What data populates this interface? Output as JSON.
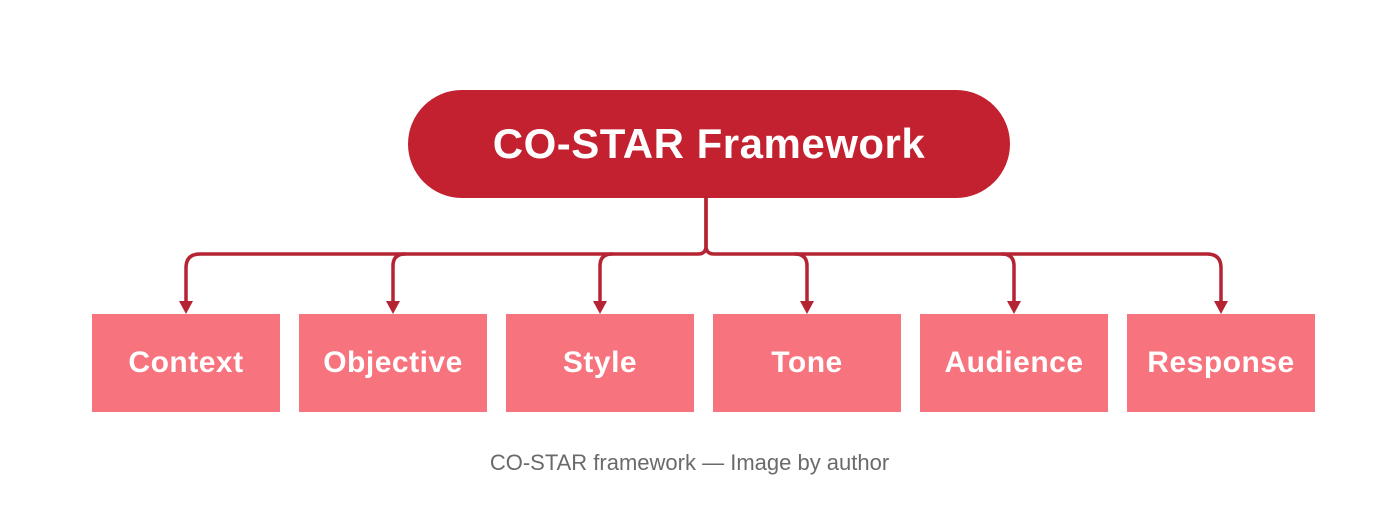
{
  "diagram": {
    "root": {
      "label": "CO-STAR Framework"
    },
    "children": [
      {
        "label": "Context"
      },
      {
        "label": "Objective"
      },
      {
        "label": "Style"
      },
      {
        "label": "Tone"
      },
      {
        "label": "Audience"
      },
      {
        "label": "Response"
      }
    ]
  },
  "caption": {
    "text": "CO-STAR framework — Image by author"
  },
  "colors": {
    "root_fill": "#C32030",
    "child_fill": "#F7737D",
    "connector": "#B52433",
    "node_text": "#FFFFFF",
    "caption_text": "#6A6A6A"
  }
}
